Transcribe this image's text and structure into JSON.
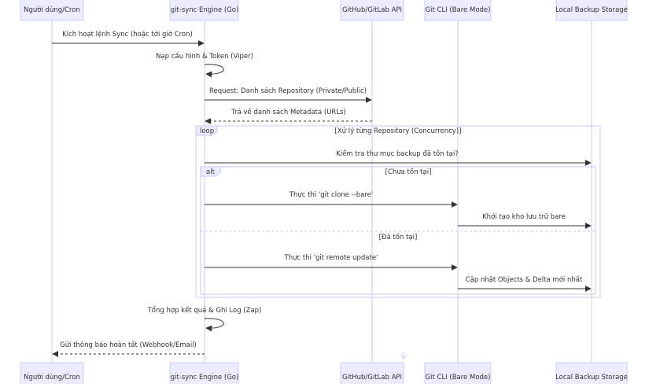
{
  "participants": [
    {
      "id": "user",
      "label": "Người dùng/Cron"
    },
    {
      "id": "engine",
      "label": "git-sync Engine (Go)"
    },
    {
      "id": "api",
      "label": "GitHub/GitLab API"
    },
    {
      "id": "git",
      "label": "Git CLI (Bare Mode)"
    },
    {
      "id": "storage",
      "label": "Local Backup Storage"
    }
  ],
  "messages": [
    {
      "id": "m1",
      "from": "user",
      "to": "engine",
      "text": "Kích hoạt lệnh Sync (hoặc tới giờ Cron)",
      "style": "solid"
    },
    {
      "id": "m2",
      "from": "engine",
      "to": "engine",
      "text": "Nạp cấu hình & Token (Viper)",
      "style": "self"
    },
    {
      "id": "m3",
      "from": "engine",
      "to": "api",
      "text": "Request: Danh sách Repository (Private/Public)",
      "style": "solid"
    },
    {
      "id": "m4",
      "from": "api",
      "to": "engine",
      "text": "Trả về danh sách Metadata (URLs)",
      "style": "dashed"
    },
    {
      "id": "m5",
      "from": "engine",
      "to": "storage",
      "text": "Kiểm tra thư mục backup đã tồn tại?",
      "style": "solid"
    },
    {
      "id": "m6",
      "from": "engine",
      "to": "git",
      "text": "Thực thi 'git clone --bare'",
      "style": "solid"
    },
    {
      "id": "m7",
      "from": "git",
      "to": "storage",
      "text": "Khởi tạo kho lưu trữ bare",
      "style": "solid"
    },
    {
      "id": "m8",
      "from": "engine",
      "to": "git",
      "text": "Thực thi 'git remote update'",
      "style": "solid"
    },
    {
      "id": "m9",
      "from": "git",
      "to": "storage",
      "text": "Cập nhật Objects & Delta mới nhất",
      "style": "solid"
    },
    {
      "id": "m10",
      "from": "engine",
      "to": "engine",
      "text": "Tổng hợp kết quả & Ghi Log (Zap)",
      "style": "self"
    },
    {
      "id": "m11",
      "from": "engine",
      "to": "user",
      "text": "Gửi thông báo hoàn tất (Webhook/Email)",
      "style": "dashed"
    }
  ],
  "fragments": {
    "loop": {
      "keyword": "loop",
      "condition": "[Xử lý từng Repository (Concurrency)]"
    },
    "alt": {
      "keyword": "alt",
      "condition": "[Chưa tồn tại]",
      "else_condition": "[Đã tồn tại]"
    }
  },
  "colors": {
    "actor_fill": "#ECECFF",
    "actor_stroke": "#CCCCFF",
    "lifeline": "#C8C8F0",
    "line": "#333333",
    "text": "#333333",
    "fragment_stroke": "#C8C8F0"
  }
}
